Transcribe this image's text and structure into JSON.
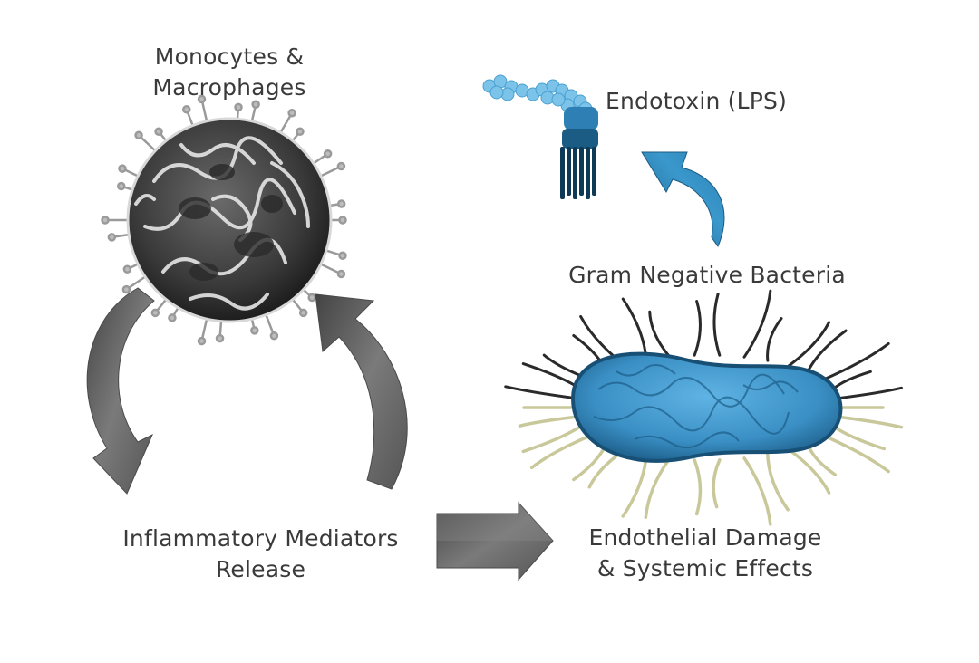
{
  "labels": {
    "monocytes": [
      "Monocytes &",
      "Macrophages"
    ],
    "endotoxin": "Endotoxin (LPS)",
    "bacteria": "Gram Negative Bacteria",
    "inflammatory": [
      "Inflammatory Mediators",
      "Release"
    ],
    "endothelial": [
      "Endothelial Damage",
      "& Systemic Effects"
    ]
  },
  "colors": {
    "text": "#3a3a3a",
    "gray_arrow": "#5e5e5e",
    "blue_arrow": "#2b7fb0",
    "bacterium_body": "#3a8fc4",
    "lps_light": "#7cc3ea",
    "lps_dark": "#0f3a55"
  },
  "icons": [
    "macrophage-cell-icon",
    "endotoxin-molecule-icon",
    "bacterium-icon"
  ]
}
